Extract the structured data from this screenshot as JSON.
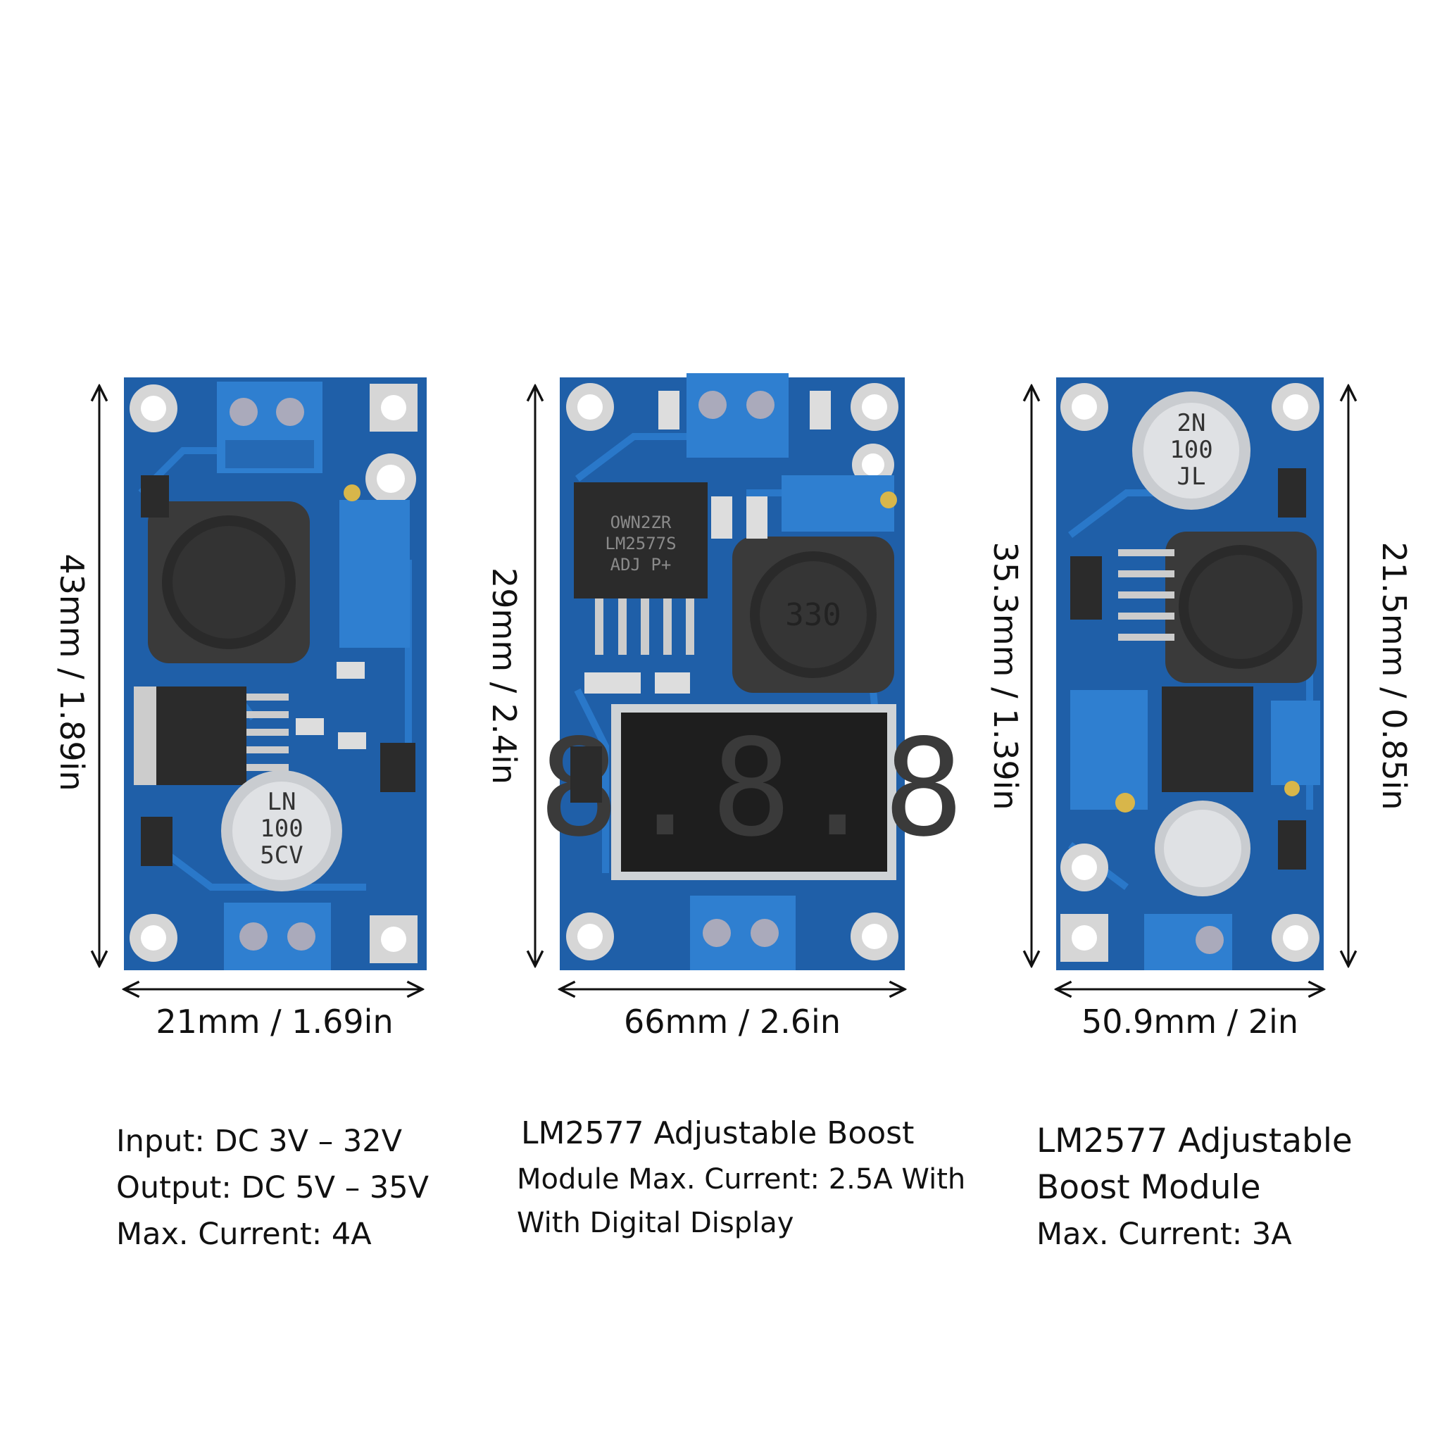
{
  "colors": {
    "pcb": "#1f5fa8",
    "pcb_dark": "#174c8a",
    "trace": "#2a78c9",
    "terminal": "#2f7fd0",
    "inductor": "#3a3a3a",
    "capacitor": "#c9ccd0",
    "pad": "#d6d6d6"
  },
  "modules": [
    {
      "height_label": "43mm / 1.89in",
      "width_label": "21mm / 1.69in",
      "inductor_mark": "",
      "capacitor_mark": [
        "LN",
        "100",
        "5CV"
      ],
      "desc": [
        "Input: DC 3V – 32V",
        "Output: DC 5V – 35V",
        "Max. Current: 4A"
      ]
    },
    {
      "height_label": "29mm / 2.4in",
      "width_label": "66mm / 2.6in",
      "inductor_mark": "330",
      "display_text": "8.8.8",
      "chip_mark": [
        "OWN2ZR",
        "LM2577S",
        "ADJ P+"
      ],
      "desc": [
        "LM2577 Adjustable Boost",
        "Module Max. Current: 2.5A With",
        "With Digital Display"
      ]
    },
    {
      "height_left_label": "35.3mm / 1.39in",
      "height_right_label": "21.5mm / 0.85in",
      "width_label": "50.9mm / 2in",
      "capacitor_mark": [
        "2N",
        "100",
        "JL"
      ],
      "desc": [
        "LM2577 Adjustable",
        "Boost Module",
        "Max. Current: 3A"
      ]
    }
  ]
}
